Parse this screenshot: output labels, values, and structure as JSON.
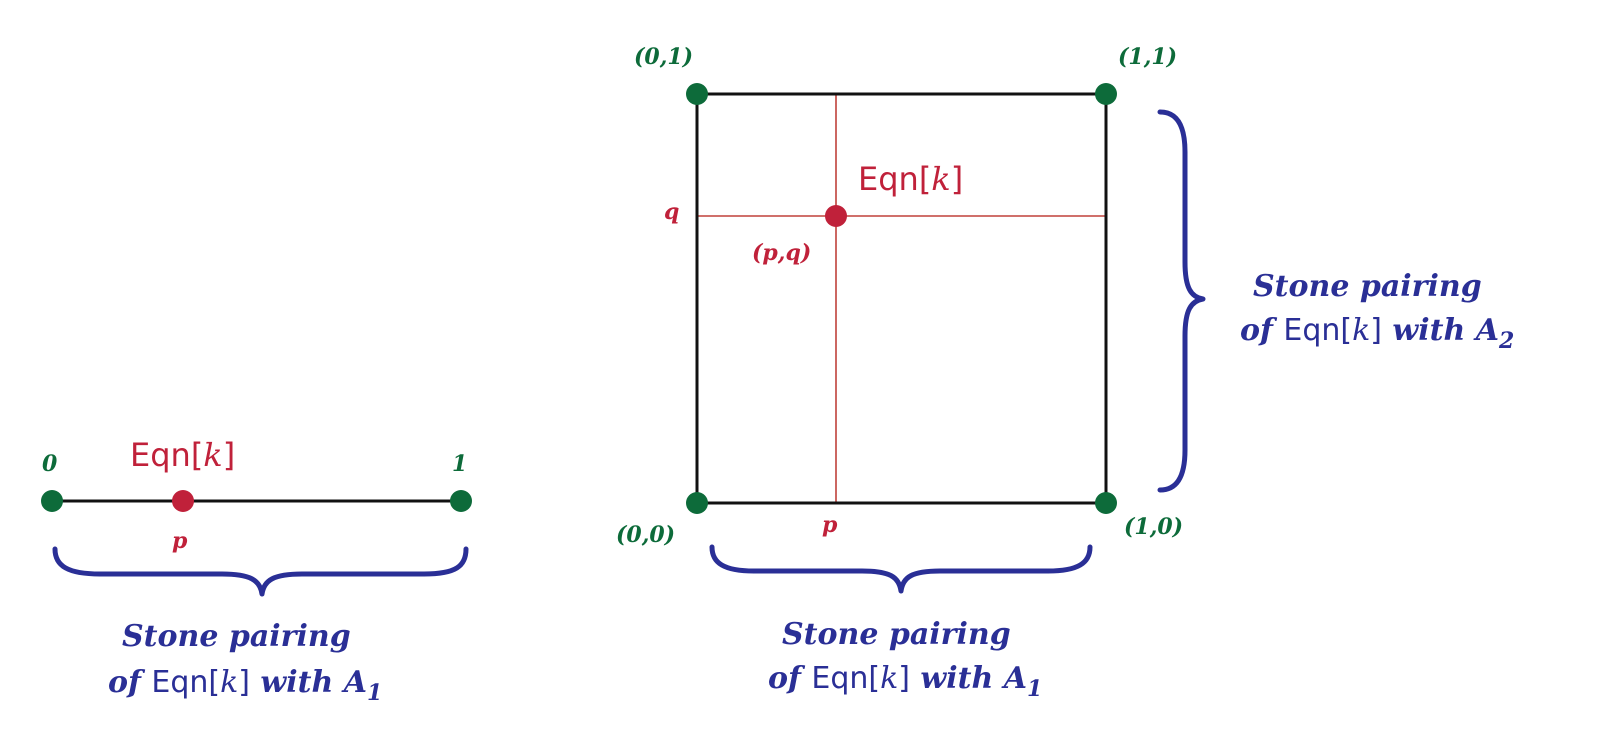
{
  "colors": {
    "vertex": "#0d6b3a",
    "eqn": "#c0213a",
    "guide": "#c0413a",
    "brace": "#2a2f96",
    "edge": "#111111"
  },
  "left_diagram": {
    "label_0": "0",
    "label_1": "1",
    "label_p": "p",
    "eqn_prefix": "Eqn[",
    "eqn_var": "k",
    "eqn_suffix": "]",
    "brace_line1": "Stone pairing",
    "brace_line2_pre": "of ",
    "brace_line2_eqn_prefix": "Eqn[",
    "brace_line2_eqn_var": "k",
    "brace_line2_eqn_suffix": "]",
    "brace_line2_post": " with A",
    "brace_line2_sub": "1"
  },
  "right_diagram": {
    "corner_00": "(0,0)",
    "corner_01": "(0,1)",
    "corner_10": "(1,0)",
    "corner_11": "(1,1)",
    "label_p": "p",
    "label_q": "q",
    "label_pq": "(p,q)",
    "eqn_prefix": "Eqn[",
    "eqn_var": "k",
    "eqn_suffix": "]",
    "bottom_brace_line1": "Stone pairing",
    "bottom_brace_line2_pre": "of ",
    "bottom_brace_line2_eqn_prefix": "Eqn[",
    "bottom_brace_line2_eqn_var": "k",
    "bottom_brace_line2_eqn_suffix": "]",
    "bottom_brace_line2_post": " with A",
    "bottom_brace_line2_sub": "1",
    "side_brace_line1": "Stone pairing",
    "side_brace_line2_pre": "of ",
    "side_brace_line2_eqn_prefix": "Eqn[",
    "side_brace_line2_eqn_var": "k",
    "side_brace_line2_eqn_suffix": "]",
    "side_brace_line2_post": " with A",
    "side_brace_line2_sub": "2"
  }
}
